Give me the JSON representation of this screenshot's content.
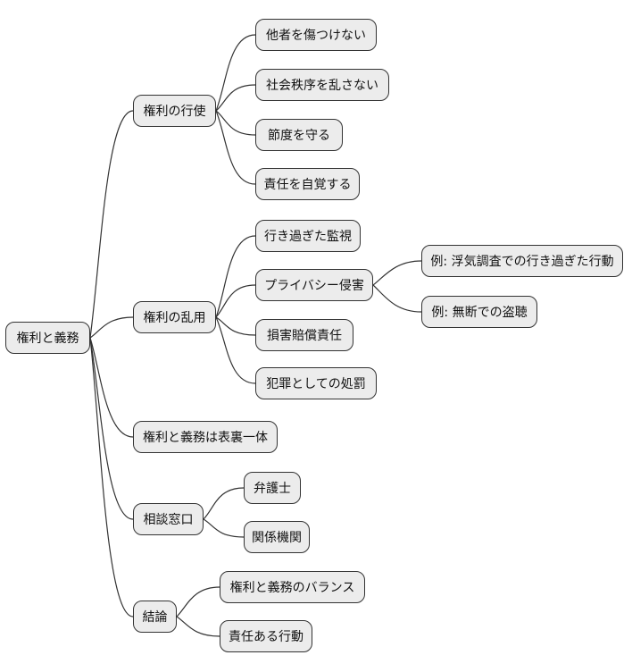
{
  "diagram": {
    "type": "mindmap",
    "background": "#ffffff",
    "node_fill": "#ececec",
    "node_border": "#333333",
    "edge_color": "#333333",
    "text_color": "#111111",
    "root": {
      "label": "権利と義務"
    },
    "branches": [
      {
        "label": "権利の行使",
        "children": [
          {
            "label": "他者を傷つけない"
          },
          {
            "label": "社会秩序を乱さない"
          },
          {
            "label": "節度を守る"
          },
          {
            "label": "責任を自覚する"
          }
        ]
      },
      {
        "label": "権利の乱用",
        "children": [
          {
            "label": "行き過ぎた監視"
          },
          {
            "label": "プライバシー侵害",
            "children": [
              {
                "label": "例: 浮気調査での行き過ぎた行動"
              },
              {
                "label": "例: 無断での盗聴"
              }
            ]
          },
          {
            "label": "損害賠償責任"
          },
          {
            "label": "犯罪としての処罰"
          }
        ]
      },
      {
        "label": "権利と義務は表裏一体",
        "children": []
      },
      {
        "label": "相談窓口",
        "children": [
          {
            "label": "弁護士"
          },
          {
            "label": "関係機関"
          }
        ]
      },
      {
        "label": "結論",
        "children": [
          {
            "label": "権利と義務のバランス"
          },
          {
            "label": "責任ある行動"
          }
        ]
      }
    ]
  }
}
